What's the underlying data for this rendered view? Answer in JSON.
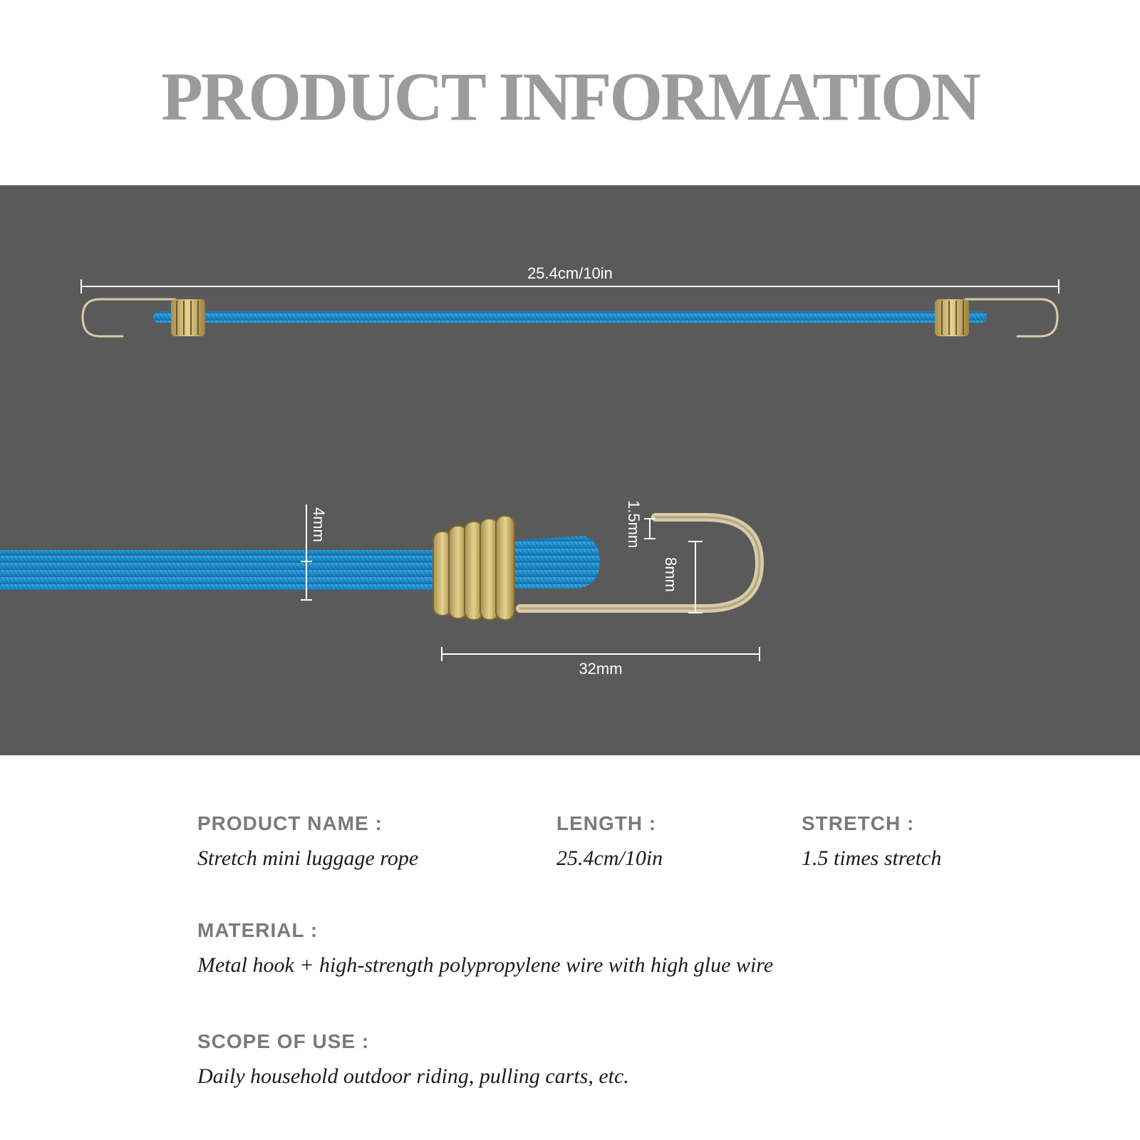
{
  "header": {
    "title": "PRODUCT INFORMATION"
  },
  "diagram": {
    "overall_length_label": "25.4cm/10in",
    "cord_diameter_label": "4mm",
    "wire_thickness_label": "1.5mm",
    "hook_opening_label": "8mm",
    "hook_length_label": "32mm"
  },
  "colors": {
    "cord": "#1f8fd0",
    "cord_dark": "#15689b",
    "metal": "#c9ad66",
    "hook": "#d9cba8",
    "panel": "#5a5a5a"
  },
  "specs": {
    "product_name": {
      "label": "PRODUCT NAME :",
      "value": "Stretch mini luggage rope"
    },
    "length": {
      "label": "LENGTH :",
      "value": "25.4cm/10in"
    },
    "stretch": {
      "label": "STRETCH :",
      "value": "1.5 times stretch"
    },
    "material": {
      "label": "MATERIAL :",
      "value": "Metal hook + high-strength polypropylene wire with high glue wire"
    },
    "scope": {
      "label": "SCOPE OF USE :",
      "value": "Daily household outdoor riding, pulling carts, etc."
    }
  }
}
